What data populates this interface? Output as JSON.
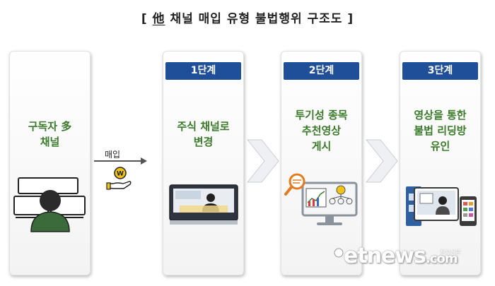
{
  "title": {
    "left_bracket": "[",
    "underlined": "他",
    "rest": " 채널 매입 유형 불법행위 구조도",
    "right_bracket": "]"
  },
  "source_box": {
    "text": "구독자 多\n채널"
  },
  "buy_arrow": {
    "label": "매입"
  },
  "stages": [
    {
      "label": "1단계",
      "text": "주식 채널로\n변경"
    },
    {
      "label": "2단계",
      "text": "투기성 종목\n추천영상\n게시"
    },
    {
      "label": "3단계",
      "text": "영상을 통한\n불법 리딩방\n유인"
    }
  ],
  "watermark": {
    "text": "etnews",
    "suffix": ".com",
    "korean": "전자신문"
  },
  "colors": {
    "stage_header": "#1f4f99",
    "body_text": "#3a7a2a",
    "money_coin": "#f2c418"
  }
}
